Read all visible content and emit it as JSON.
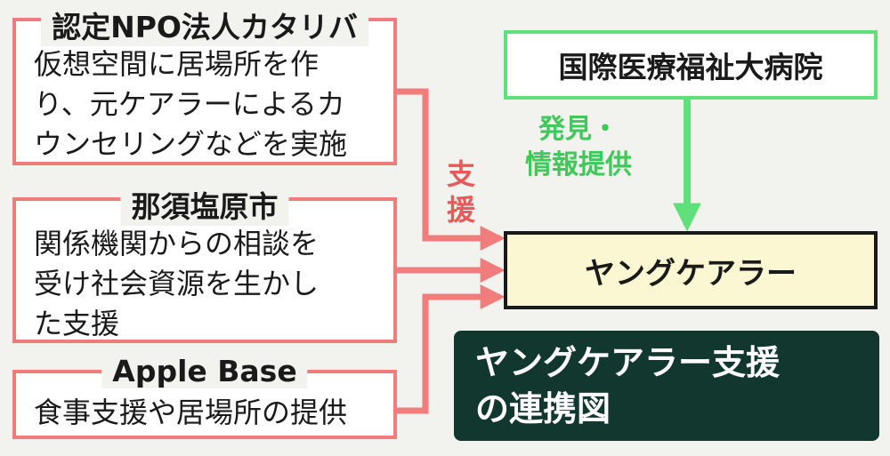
{
  "organizations": [
    {
      "name": "認定NPO法人カタリバ",
      "lines": [
        "仮想空間に居場所を作",
        "り、元ケアラーによるカ",
        "ウンセリングなどを実施"
      ]
    },
    {
      "name": "那須塩原市",
      "lines": [
        "関係機関からの相談を",
        "受け社会資源を生かし",
        "た支援"
      ]
    },
    {
      "name": "Apple Base",
      "lines": [
        "食事支援や居場所の提供"
      ]
    }
  ],
  "support_label": [
    "支",
    "援"
  ],
  "hospital": {
    "name": "国際医療福祉大病院"
  },
  "discovery_label": [
    "発見・",
    "情報提供"
  ],
  "target": {
    "name": "ヤングケアラー"
  },
  "title": [
    "ヤングケアラー支援",
    "の連携図"
  ],
  "colors": {
    "support_arrow": "#f07c7c",
    "hospital_arrow": "#5fe07a",
    "title_background": "#12372f",
    "target_background": "#fbf7d2"
  }
}
